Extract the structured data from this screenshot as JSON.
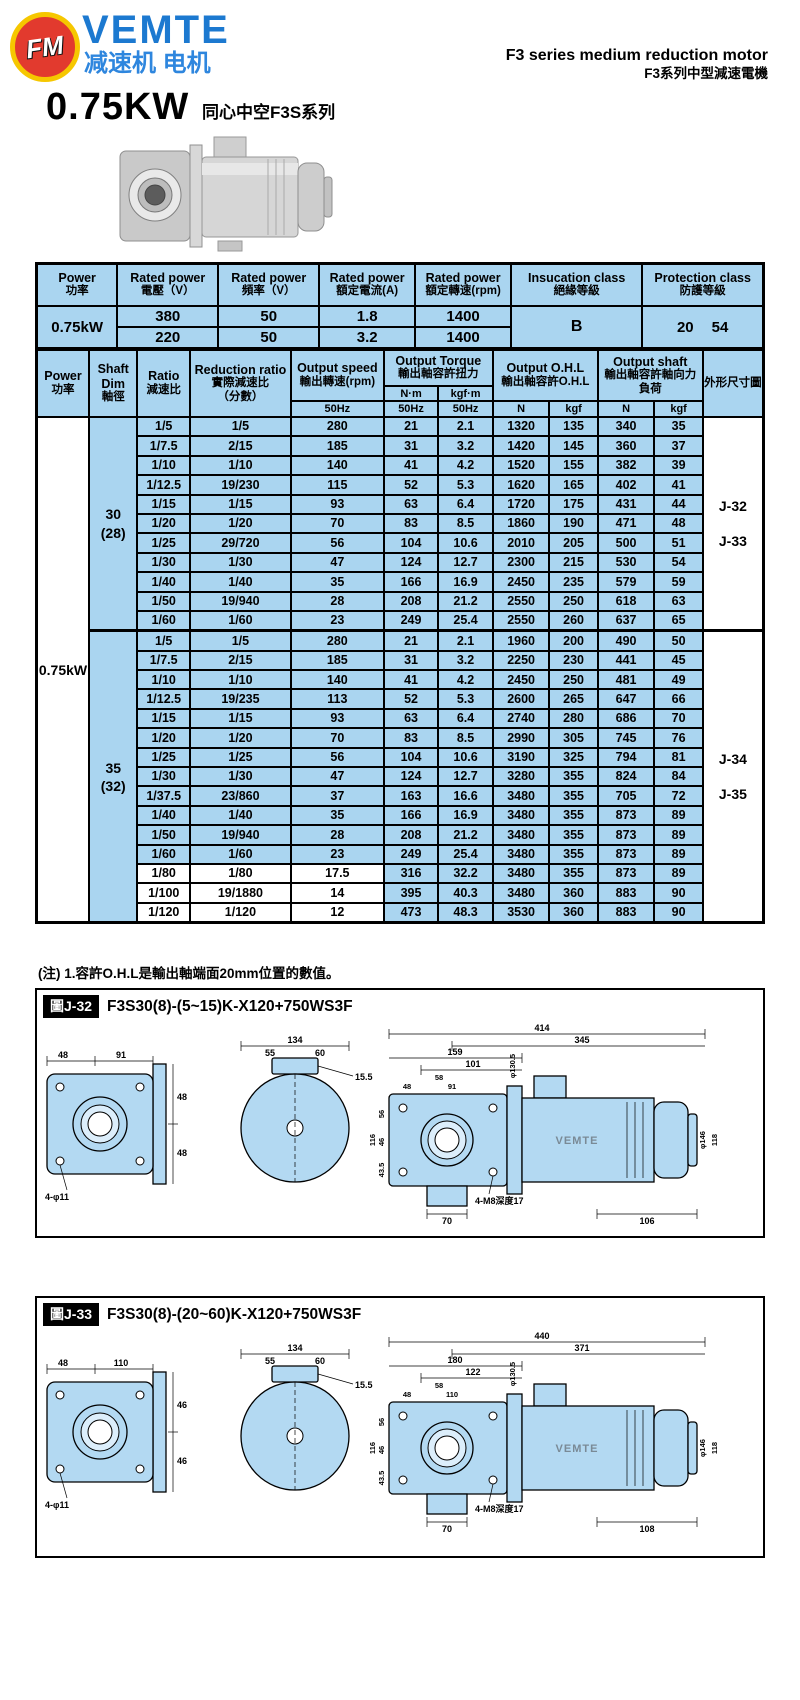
{
  "header": {
    "logo_text": "FM",
    "brand": "VEMTE",
    "brand_sub": "减速机 电机",
    "right_en": "F3 series medium reduction motor",
    "right_cn": "F3系列中型減速電機"
  },
  "product": {
    "power": "0.75KW",
    "series": "同心中空F3S系列"
  },
  "ratings_table": {
    "h1_en": "Power",
    "h1_cn": "功率",
    "h2_en": "Rated power",
    "h2_cn": "電壓（V）",
    "h3_en": "Rated power",
    "h3_cn": "頻率（V）",
    "h4_en": "Rated power",
    "h4_cn": "額定電流(A)",
    "h5_en": "Rated power",
    "h5_cn": "額定轉速(rpm)",
    "h6_en": "Insucation class",
    "h6_cn": "絕緣等級",
    "h7_en": "Protection class",
    "h7_cn": "防護等級",
    "power": "0.75kW",
    "r1": [
      "380",
      "50",
      "1.8",
      "1400"
    ],
    "r2": [
      "220",
      "50",
      "3.2",
      "1400"
    ],
    "insulation": "B",
    "protection": [
      "20",
      "54"
    ]
  },
  "spec_table": {
    "col_headers": {
      "power_en": "Power",
      "power_cn": "功率",
      "shaft_en": "Shaft Dim",
      "shaft_cn": "軸徑",
      "ratio_en": "Ratio",
      "ratio_cn": "減速比",
      "reduction_en": "Reduction ratio",
      "reduction_cn": "實際減速比",
      "reduction_cn2": "（分數）",
      "speed_en": "Output speed",
      "speed_cn": "輸出轉速(rpm)",
      "torque_en": "Output Torque",
      "torque_cn": "輸出軸容許扭力",
      "torque_nm": "N·m",
      "torque_kgfm": "kgf·m",
      "ohl_en": "Output O.H.L",
      "ohl_cn": "輸出軸容許O.H.L",
      "shaftload_en": "Output shaft",
      "shaftload_cn": "輸出軸容許軸向力負荷",
      "figure": "外形尺寸圖",
      "sub_speed": "50Hz",
      "sub_nm": "50Hz",
      "sub_kgfm": "50Hz",
      "sub_n1": "N",
      "sub_kgf1": "kgf",
      "sub_n2": "N",
      "sub_kgf2": "kgf"
    },
    "power": "0.75kW",
    "groups": [
      {
        "shaft": [
          "30",
          "(28)"
        ],
        "figures": [
          "J-32",
          "J-33"
        ],
        "white_rows": [],
        "rows": [
          [
            "1/5",
            "1/5",
            "280",
            "21",
            "2.1",
            "1320",
            "135",
            "340",
            "35"
          ],
          [
            "1/7.5",
            "2/15",
            "185",
            "31",
            "3.2",
            "1420",
            "145",
            "360",
            "37"
          ],
          [
            "1/10",
            "1/10",
            "140",
            "41",
            "4.2",
            "1520",
            "155",
            "382",
            "39"
          ],
          [
            "1/12.5",
            "19/230",
            "115",
            "52",
            "5.3",
            "1620",
            "165",
            "402",
            "41"
          ],
          [
            "1/15",
            "1/15",
            "93",
            "63",
            "6.4",
            "1720",
            "175",
            "431",
            "44"
          ],
          [
            "1/20",
            "1/20",
            "70",
            "83",
            "8.5",
            "1860",
            "190",
            "471",
            "48"
          ],
          [
            "1/25",
            "29/720",
            "56",
            "104",
            "10.6",
            "2010",
            "205",
            "500",
            "51"
          ],
          [
            "1/30",
            "1/30",
            "47",
            "124",
            "12.7",
            "2300",
            "215",
            "530",
            "54"
          ],
          [
            "1/40",
            "1/40",
            "35",
            "166",
            "16.9",
            "2450",
            "235",
            "579",
            "59"
          ],
          [
            "1/50",
            "19/940",
            "28",
            "208",
            "21.2",
            "2550",
            "250",
            "618",
            "63"
          ],
          [
            "1/60",
            "1/60",
            "23",
            "249",
            "25.4",
            "2550",
            "260",
            "637",
            "65"
          ]
        ]
      },
      {
        "shaft": [
          "35",
          "(32)"
        ],
        "figures": [
          "J-34",
          "J-35"
        ],
        "white_rows": [
          12,
          13,
          14
        ],
        "rows": [
          [
            "1/5",
            "1/5",
            "280",
            "21",
            "2.1",
            "1960",
            "200",
            "490",
            "50"
          ],
          [
            "1/7.5",
            "2/15",
            "185",
            "31",
            "3.2",
            "2250",
            "230",
            "441",
            "45"
          ],
          [
            "1/10",
            "1/10",
            "140",
            "41",
            "4.2",
            "2450",
            "250",
            "481",
            "49"
          ],
          [
            "1/12.5",
            "19/235",
            "113",
            "52",
            "5.3",
            "2600",
            "265",
            "647",
            "66"
          ],
          [
            "1/15",
            "1/15",
            "93",
            "63",
            "6.4",
            "2740",
            "280",
            "686",
            "70"
          ],
          [
            "1/20",
            "1/20",
            "70",
            "83",
            "8.5",
            "2990",
            "305",
            "745",
            "76"
          ],
          [
            "1/25",
            "1/25",
            "56",
            "104",
            "10.6",
            "3190",
            "325",
            "794",
            "81"
          ],
          [
            "1/30",
            "1/30",
            "47",
            "124",
            "12.7",
            "3280",
            "355",
            "824",
            "84"
          ],
          [
            "1/37.5",
            "23/860",
            "37",
            "163",
            "16.6",
            "3480",
            "355",
            "705",
            "72"
          ],
          [
            "1/40",
            "1/40",
            "35",
            "166",
            "16.9",
            "3480",
            "355",
            "873",
            "89"
          ],
          [
            "1/50",
            "19/940",
            "28",
            "208",
            "21.2",
            "3480",
            "355",
            "873",
            "89"
          ],
          [
            "1/60",
            "1/60",
            "23",
            "249",
            "25.4",
            "3480",
            "355",
            "873",
            "89"
          ],
          [
            "1/80",
            "1/80",
            "17.5",
            "316",
            "32.2",
            "3480",
            "355",
            "873",
            "89"
          ],
          [
            "1/100",
            "19/1880",
            "14",
            "395",
            "40.3",
            "3480",
            "360",
            "883",
            "90"
          ],
          [
            "1/120",
            "1/120",
            "12",
            "473",
            "48.3",
            "3530",
            "360",
            "883",
            "90"
          ]
        ]
      }
    ]
  },
  "note": "(注) 1.容許O.H.L是輸出軸端面20mm位置的數值。",
  "drawings": [
    {
      "tag": "圖J-32",
      "title": "F3S30(8)-(5~15)K-X120+750WS3F",
      "dims": {
        "overall": "414",
        "sub": "345",
        "a": "159",
        "b": "101",
        "c": "58",
        "d": "48",
        "e": "91",
        "v116": "116",
        "v56": "56",
        "v46": "46",
        "v43": "43.5",
        "lv_t1": "48",
        "lv_t2": "91",
        "lv_s1": "48",
        "lv_s2": "48",
        "lv_holes": "4-φ11",
        "mv_w": "134",
        "mv_a": "55",
        "mv_b": "60",
        "mv_t": "15.5",
        "flange_dia": "φ130.5",
        "fan_dia": "φ146",
        "v118": "118",
        "bot1": "70",
        "bot2": "106",
        "bolts": "4-M8深度17",
        "brand": "VEMTE"
      }
    },
    {
      "tag": "圖J-33",
      "title": "F3S30(8)-(20~60)K-X120+750WS3F",
      "dims": {
        "overall": "440",
        "sub": "371",
        "a": "180",
        "b": "122",
        "c": "58",
        "d": "48",
        "e": "110",
        "v116": "116",
        "v56": "56",
        "v46": "46",
        "v43": "43.5",
        "lv_t1": "48",
        "lv_t2": "110",
        "lv_s1": "46",
        "lv_s2": "46",
        "lv_holes": "4-φ11",
        "mv_w": "134",
        "mv_a": "55",
        "mv_b": "60",
        "mv_t": "15.5",
        "flange_dia": "φ130.5",
        "fan_dia": "φ146",
        "v118": "118",
        "bot1": "70",
        "bot2": "108",
        "bolts": "4-M8深度17",
        "brand": "VEMTE"
      }
    }
  ]
}
